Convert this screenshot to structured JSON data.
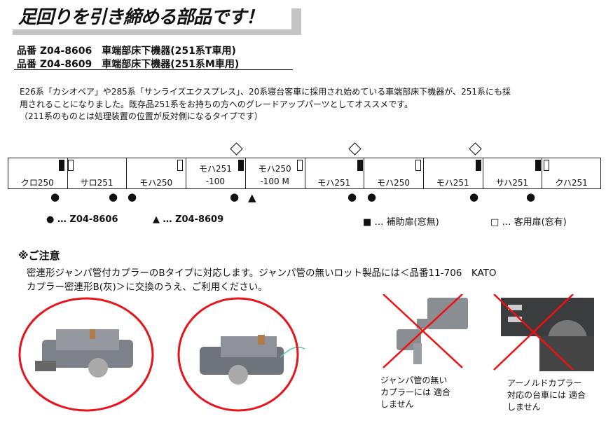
{
  "headline": "足回りを引き締める部品です！",
  "products": [
    {
      "label": "品番 Z04-8606　車端部床下機器(251系T車用)"
    },
    {
      "label": "品番 Z04-8609　車端部床下機器(251系M車用)"
    }
  ],
  "description": [
    "E26系「カシオペア」や285系「サンライズエクスプレス」、20系寝台客車に採用され始めている車端部床下機器が、251系にも採",
    "用されることになりました。既存品251系をお持ちの方へのグレードアップパーツとしてオススメです。",
    "（211系のものとは処理装置の位置が反対側になるタイプです）"
  ],
  "cars": [
    {
      "line1": "",
      "line2": "クロ250"
    },
    {
      "line1": "",
      "line2": "サロ251"
    },
    {
      "line1": "",
      "line2": "モハ250"
    },
    {
      "line1": "モハ251",
      "line2": "-100"
    },
    {
      "line1": "モハ250",
      "line2": "-100 M"
    },
    {
      "line1": "",
      "line2": "モハ251"
    },
    {
      "line1": "",
      "line2": "モハ250"
    },
    {
      "line1": "",
      "line2": "モハ251"
    },
    {
      "line1": "",
      "line2": "サハ251"
    },
    {
      "line1": "",
      "line2": "クハ251"
    }
  ],
  "legend": {
    "circle_symbol": "●",
    "circle_text": "… Z04-8606",
    "triangle_symbol": "▲",
    "triangle_text": "… Z04-8609",
    "black_door_symbol": "■",
    "black_door_text": "… 補助扉(窓無)",
    "white_door_symbol": "□",
    "white_door_text": "… 客用扉(窓有)"
  },
  "note": {
    "title": "※ご注意",
    "lines": [
      "密連形ジャンパ管付カプラーのBタイプに対応します。ジャンパ管の無いロット製品には＜品番11-706　KATO",
      "カプラー密連形B(灰)＞に交換のうえ、ご利用ください。"
    ]
  },
  "captions": {
    "coupler": "ジャンパ管の無い カプラーには 適合しません",
    "bogie": "アーノルドカプラー 対応の台車には 適合しません"
  },
  "colors": {
    "circle": "#e8141b",
    "cross": "#f01010",
    "part": "#8a8d92"
  }
}
